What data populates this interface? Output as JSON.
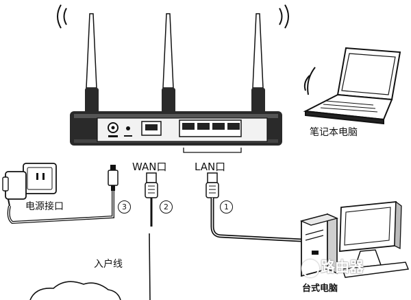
{
  "labels": {
    "laptop": "笔记本电脑",
    "wan_port": "WAN口",
    "lan_port": "LAN口",
    "power_port": "电源接口",
    "entry_line": "入户线",
    "desktop": "台式电脑"
  },
  "steps": {
    "one": "1",
    "two": "2",
    "three": "3"
  },
  "watermark": "路由器",
  "colors": {
    "line": "#111111",
    "router_body": "#2a2a2a",
    "background": "#ffffff"
  }
}
